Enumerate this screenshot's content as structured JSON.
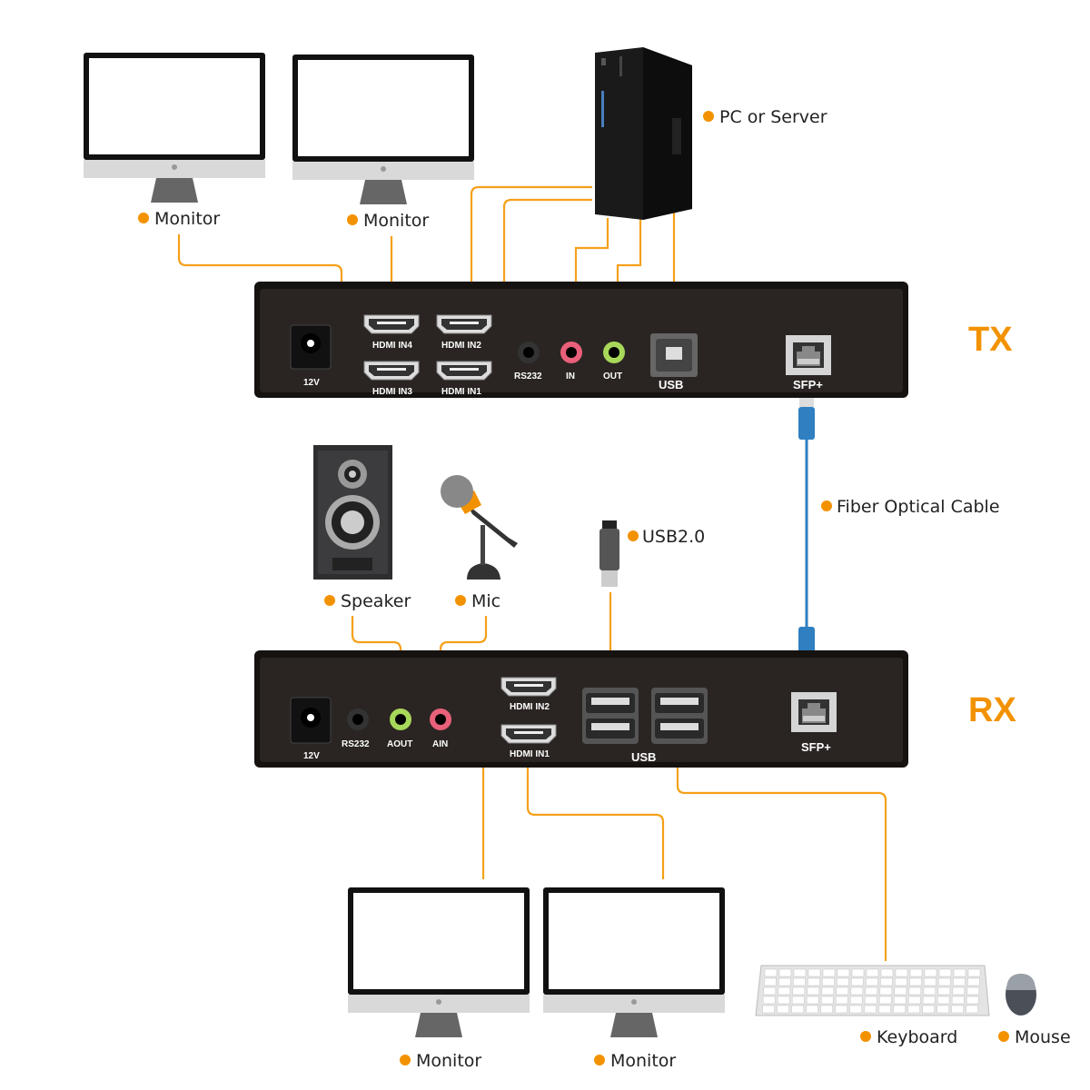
{
  "colors": {
    "accent": "#f39200",
    "wire": "#f5a01a",
    "fiber": "#2f7fc1",
    "device": "#1e1a18"
  },
  "labels": {
    "monitor_top_1": "Monitor",
    "monitor_top_2": "Monitor",
    "pc": "PC or Server",
    "fiber": "Fiber Optical Cable",
    "usb_stick": "USB2.0",
    "speaker": "Speaker",
    "mic": "Mic",
    "monitor_bottom_1": "Monitor",
    "monitor_bottom_2": "Monitor",
    "keyboard": "Keyboard",
    "mouse": "Mouse"
  },
  "tx": {
    "title": "TX",
    "ports": {
      "power": "12V",
      "hdmi4": "HDMI IN4",
      "hdmi2": "HDMI IN2",
      "hdmi3": "HDMI IN3",
      "hdmi1": "HDMI IN1",
      "rs232": "RS232",
      "in": "IN",
      "out": "OUT",
      "usb": "USB",
      "sfp": "SFP+"
    }
  },
  "rx": {
    "title": "RX",
    "ports": {
      "power": "12V",
      "rs232": "RS232",
      "aout": "AOUT",
      "ain": "AIN",
      "hdmi2": "HDMI IN2",
      "hdmi1": "HDMI IN1",
      "usb": "USB",
      "sfp": "SFP+"
    }
  }
}
